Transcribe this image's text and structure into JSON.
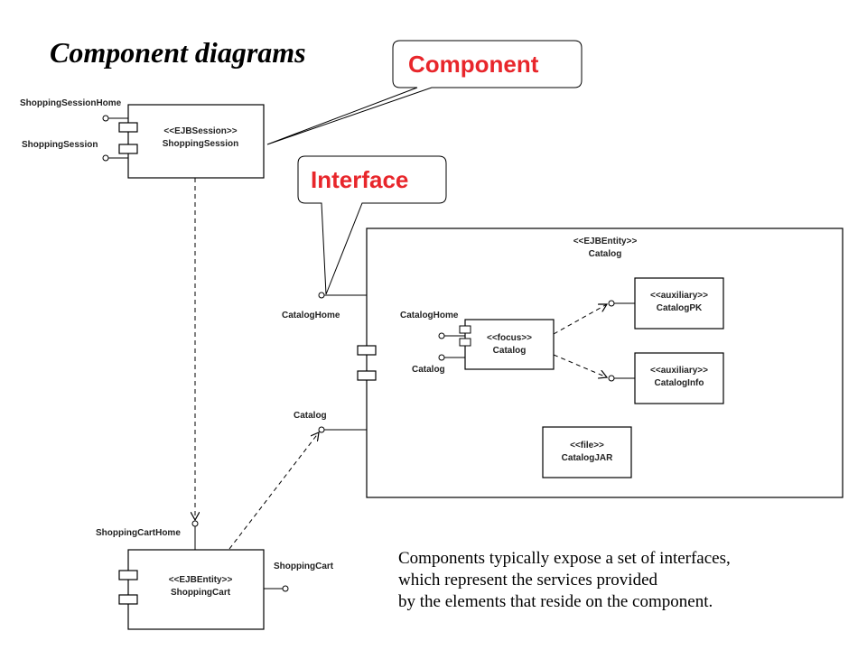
{
  "title": "Component diagrams",
  "callouts": {
    "component": "Component",
    "interface": "Interface"
  },
  "colors": {
    "callout_text": "#e8262b",
    "lines": "#000000"
  },
  "shopping_session": {
    "interface_home": "ShoppingSessionHome",
    "interface": "ShoppingSession",
    "stereotype": "<<EJBSession>>",
    "name": "ShoppingSession"
  },
  "catalog_component": {
    "stereotype": "<<EJBEntity>>",
    "name": "Catalog",
    "interface_home": "CatalogHome",
    "interface": "Catalog",
    "focus": {
      "interface_home": "CatalogHome",
      "interface": "Catalog",
      "stereotype": "<<focus>>",
      "name": "Catalog"
    },
    "aux_pk": {
      "stereotype": "<<auxiliary>>",
      "name": "CatalogPK"
    },
    "aux_info": {
      "stereotype": "<<auxiliary>>",
      "name": "CatalogInfo"
    },
    "jar": {
      "stereotype": "<<file>>",
      "name": "CatalogJAR"
    }
  },
  "shopping_cart": {
    "interface_home": "ShoppingCartHome",
    "interface": "ShoppingCart",
    "stereotype": "<<EJBEntity>>",
    "name": "ShoppingCart"
  },
  "note": {
    "line1": "Components typically expose a set of interfaces,",
    "line2": "which represent the services provided",
    "line3": "by the elements that reside on the component."
  }
}
